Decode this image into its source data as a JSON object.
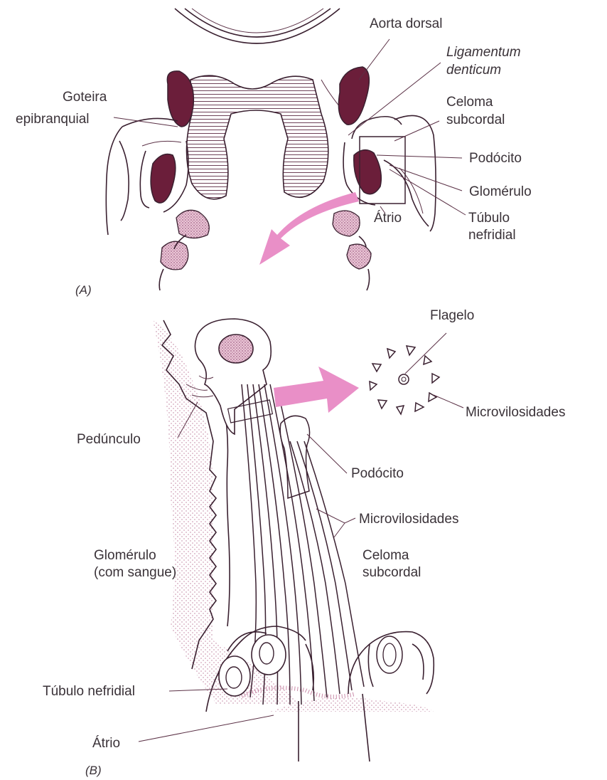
{
  "colors": {
    "outline": "#3a2030",
    "dark_fill": "#6b1e3a",
    "arrow": "#e98fc7",
    "stipple": "#c98aa8",
    "text": "#3a3238"
  },
  "panel_a": {
    "panel_label": "(A)",
    "labels": {
      "aorta": "Aorta dorsal",
      "ligamentum_1": "Ligamentum",
      "ligamentum_2": "denticum",
      "goteira_1": "Goteira",
      "goteira_2": "epibranquial",
      "celoma_1": "Celoma",
      "celoma_2": "subcordal",
      "podocito": "Podócito",
      "glomerulo": "Glomérulo",
      "atrio": "Átrio",
      "tubulo_1": "Túbulo",
      "tubulo_2": "nefridial"
    }
  },
  "panel_b": {
    "panel_label": "(B)",
    "labels": {
      "flagelo": "Flagelo",
      "microvilosidades_inset": "Microvilosidades",
      "pedunculo": "Pedúnculo",
      "podocito": "Podócito",
      "microvilosidades": "Microvilosidades",
      "glomerulo_1": "Glomérulo",
      "glomerulo_2": "(com sangue)",
      "celoma_1": "Celoma",
      "celoma_2": "subcordal",
      "tubulo": "Túbulo nefridial",
      "atrio": "Átrio"
    }
  }
}
